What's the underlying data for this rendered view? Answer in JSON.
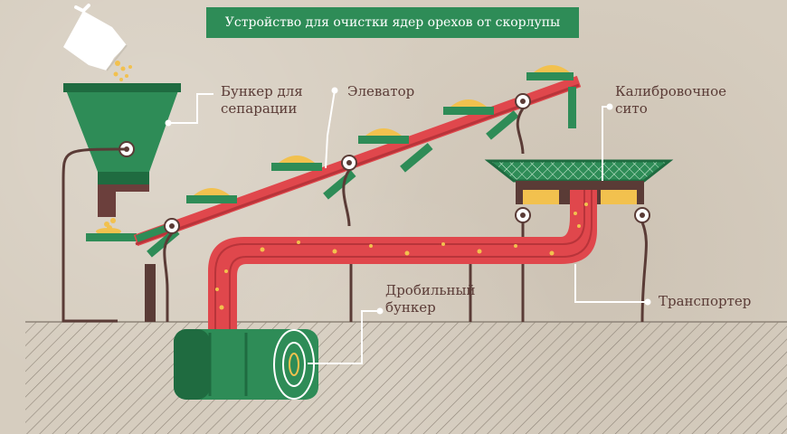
{
  "title": "Устройство для очистки ядер орехов от скорлупы",
  "labels": {
    "separation_hopper": [
      "Бункер для",
      "сепарации"
    ],
    "elevator": "Элеватор",
    "calibration_sieve": [
      "Калибровочное",
      "сито"
    ],
    "crushing_hopper": [
      "Дробильный",
      "бункер"
    ],
    "conveyor": "Транспортер"
  },
  "colors": {
    "background": "#d6cdbf",
    "green": "#2e8c57",
    "dark_green": "#1f6b40",
    "red": "#e0474c",
    "nut_yellow": "#f2c14e",
    "brown": "#6b3f3c",
    "white": "#ffffff"
  }
}
